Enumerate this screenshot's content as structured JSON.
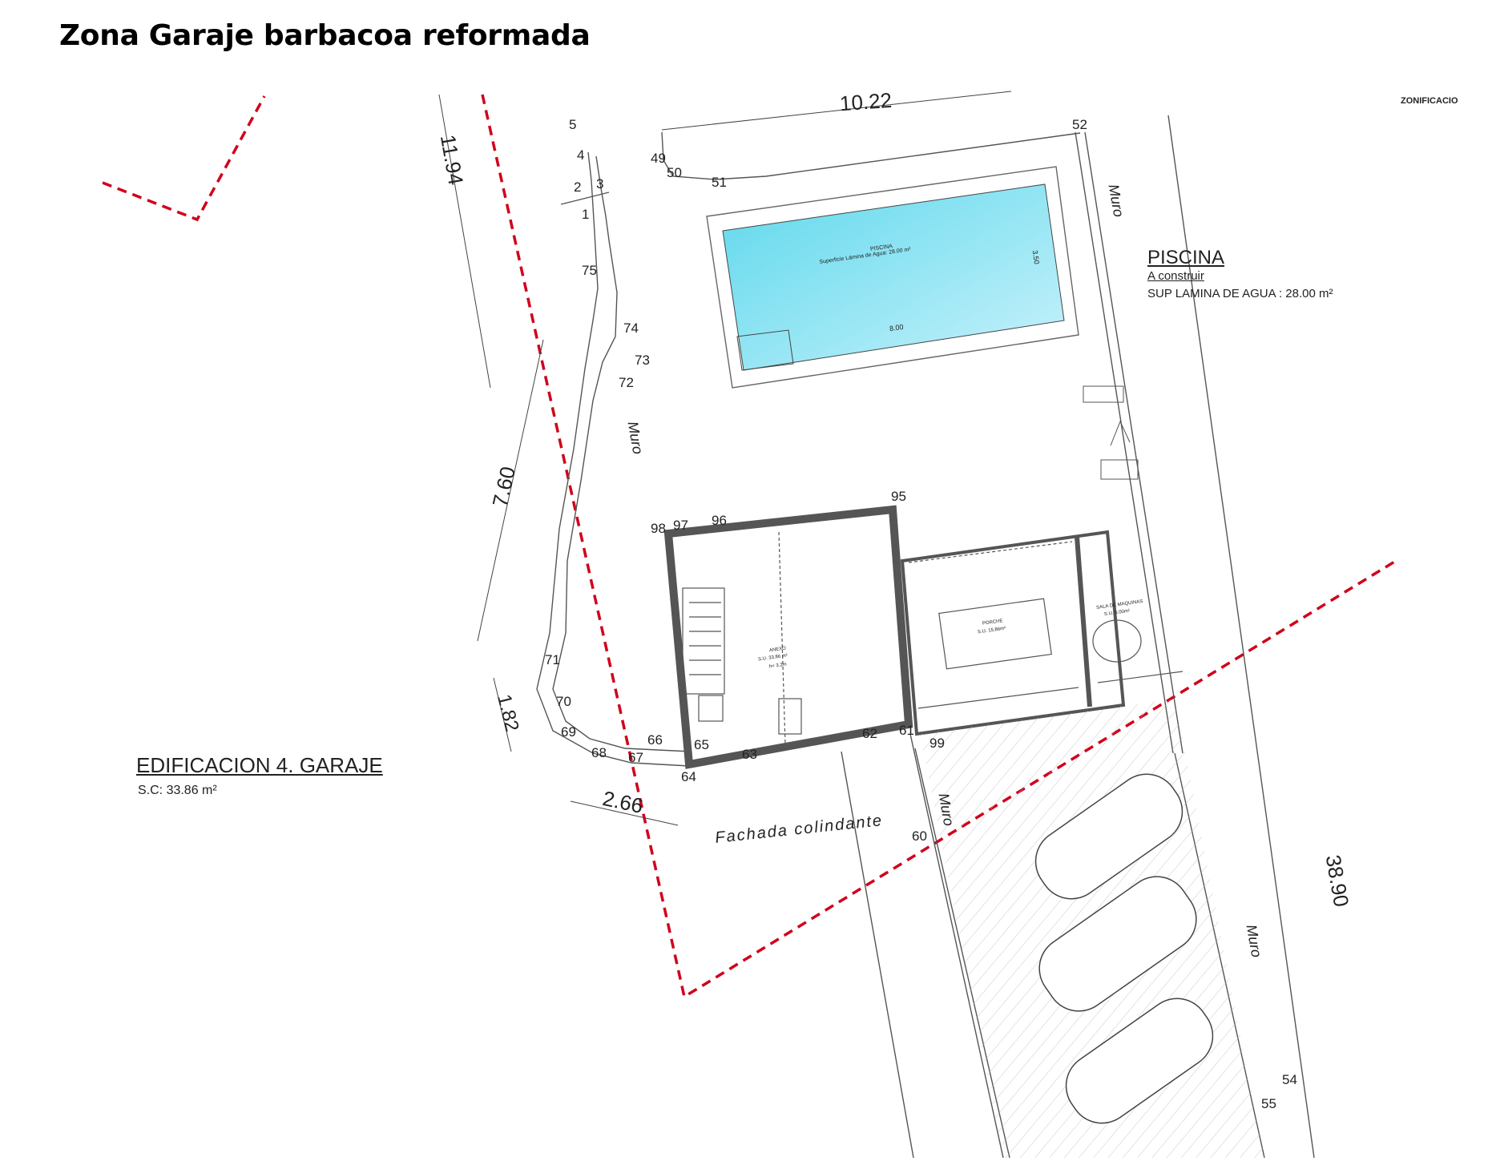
{
  "title": "Zona Garaje barbacoa reformada",
  "zonificacion": "ZONIFICACIO",
  "dimensions": {
    "top": "10.22",
    "left_upper": "11.94",
    "left_mid": "7.60",
    "left_small": "1.82",
    "bottom": "2.66",
    "right": "38.90"
  },
  "pool_block": {
    "title": "PISCINA",
    "status": "A construir",
    "surface": "SUP LAMINA DE AGUA : 28.00 m²"
  },
  "pool_inner": {
    "name": "PISCINA",
    "surface": "Superficie Lámina de Agua: 28.00 m²",
    "length": "8.00",
    "width": "3.50"
  },
  "garage_block": {
    "title": "EDIFICACION 4. GARAJE",
    "surface": "S.C: 33.86 m²"
  },
  "walls": {
    "muro": "Muro",
    "fachada": "Fachada colindante"
  },
  "rooms": {
    "anexo": {
      "name": "ANEXO",
      "surface": "S.U. 33.86 m²",
      "height": "h= 3.2m"
    },
    "porche": {
      "name": "PORCHE",
      "surface": "S.U. 15,86m²"
    },
    "sala": {
      "name": "SALA DE MAQUINAS",
      "surface": "S.U. 5.00m²"
    }
  },
  "points": [
    "5",
    "4",
    "2",
    "3",
    "1",
    "49",
    "50",
    "51",
    "52",
    "75",
    "74",
    "73",
    "72",
    "98",
    "97",
    "96",
    "95",
    "71",
    "70",
    "69",
    "68",
    "67",
    "66",
    "65",
    "64",
    "63",
    "62",
    "61",
    "99",
    "60",
    "54",
    "55"
  ],
  "colors": {
    "property_boundary": "#d0021b",
    "pool_fill": "#5ed8ec",
    "line": "#555555"
  }
}
